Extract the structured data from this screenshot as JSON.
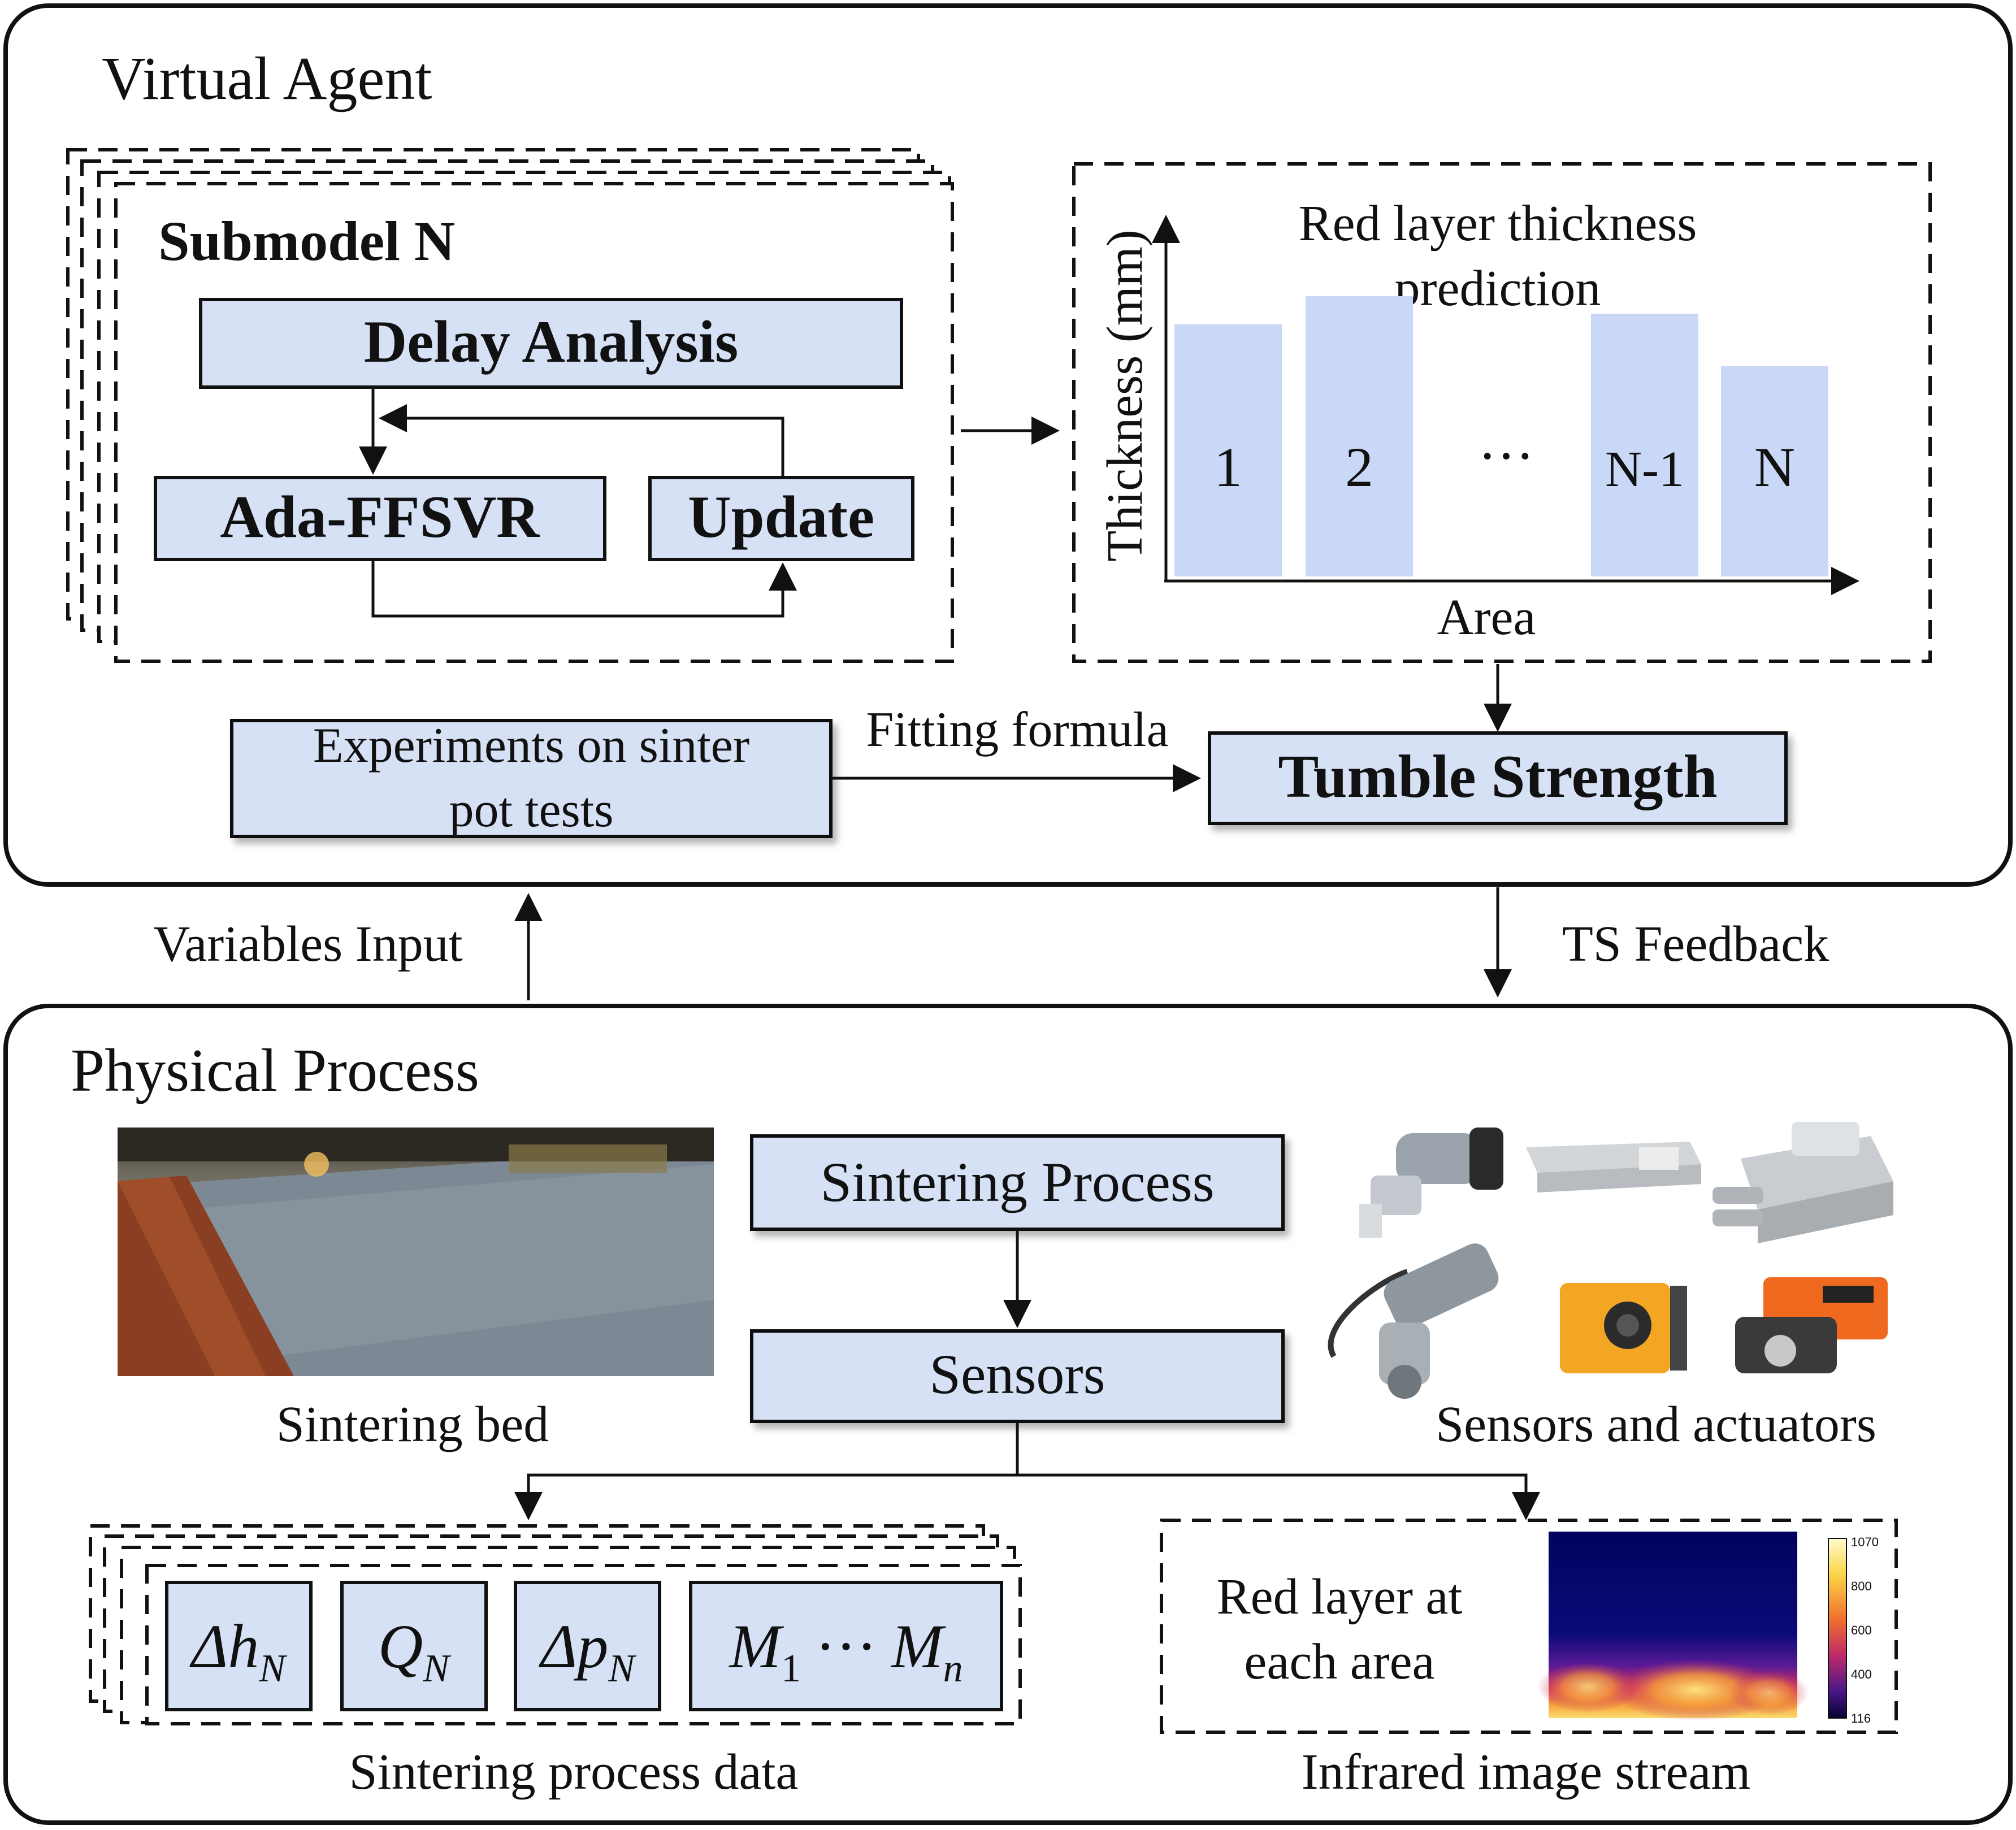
{
  "virtual_agent": {
    "title": "Virtual Agent",
    "submodel": {
      "title": "Submodel N",
      "delay_analysis": "Delay Analysis",
      "ada_ffsvr": "Ada-FFSVR",
      "update": "Update"
    },
    "chart": {
      "title_line1": "Red layer thickness",
      "title_line2": "prediction",
      "ylabel": "Thickness (mm)",
      "xlabel": "Area",
      "ellipsis": "···"
    },
    "experiments_line1": "Experiments on sinter",
    "experiments_line2": "pot tests",
    "fitting_formula": "Fitting formula",
    "tumble_strength": "Tumble Strength"
  },
  "links": {
    "variables_input": "Variables Input",
    "ts_feedback": "TS Feedback"
  },
  "physical_process": {
    "title": "Physical Process",
    "sintering_bed": "Sintering bed",
    "sintering_process": "Sintering Process",
    "sensors": "Sensors",
    "sensors_actuators": "Sensors and actuators",
    "process_data_caption": "Sintering process data",
    "process_data": {
      "dh": "Δh",
      "dh_sub": "N",
      "q": "Q",
      "q_sub": "N",
      "dp": "Δp",
      "dp_sub": "N",
      "m1": "M",
      "m1_sub": "1",
      "dots": "···",
      "mn": "M",
      "mn_sub": "n"
    },
    "infrared": {
      "label_line1": "Red layer at",
      "label_line2": "each area",
      "caption": "Infrared image stream",
      "colorbar_ticks": [
        "1070",
        "800",
        "600",
        "400",
        "116"
      ]
    }
  },
  "chart_data": {
    "type": "bar",
    "categories": [
      "1",
      "2",
      "N-1",
      "N"
    ],
    "values": [
      0.72,
      0.8,
      0.75,
      0.6
    ],
    "title": "Red layer thickness prediction",
    "xlabel": "Area",
    "ylabel": "Thickness (mm)",
    "ylim": [
      0,
      1
    ]
  },
  "colors": {
    "box_fill": "#d6e1f6",
    "bar_fill": "#c9d8f6",
    "stroke": "#111111"
  }
}
